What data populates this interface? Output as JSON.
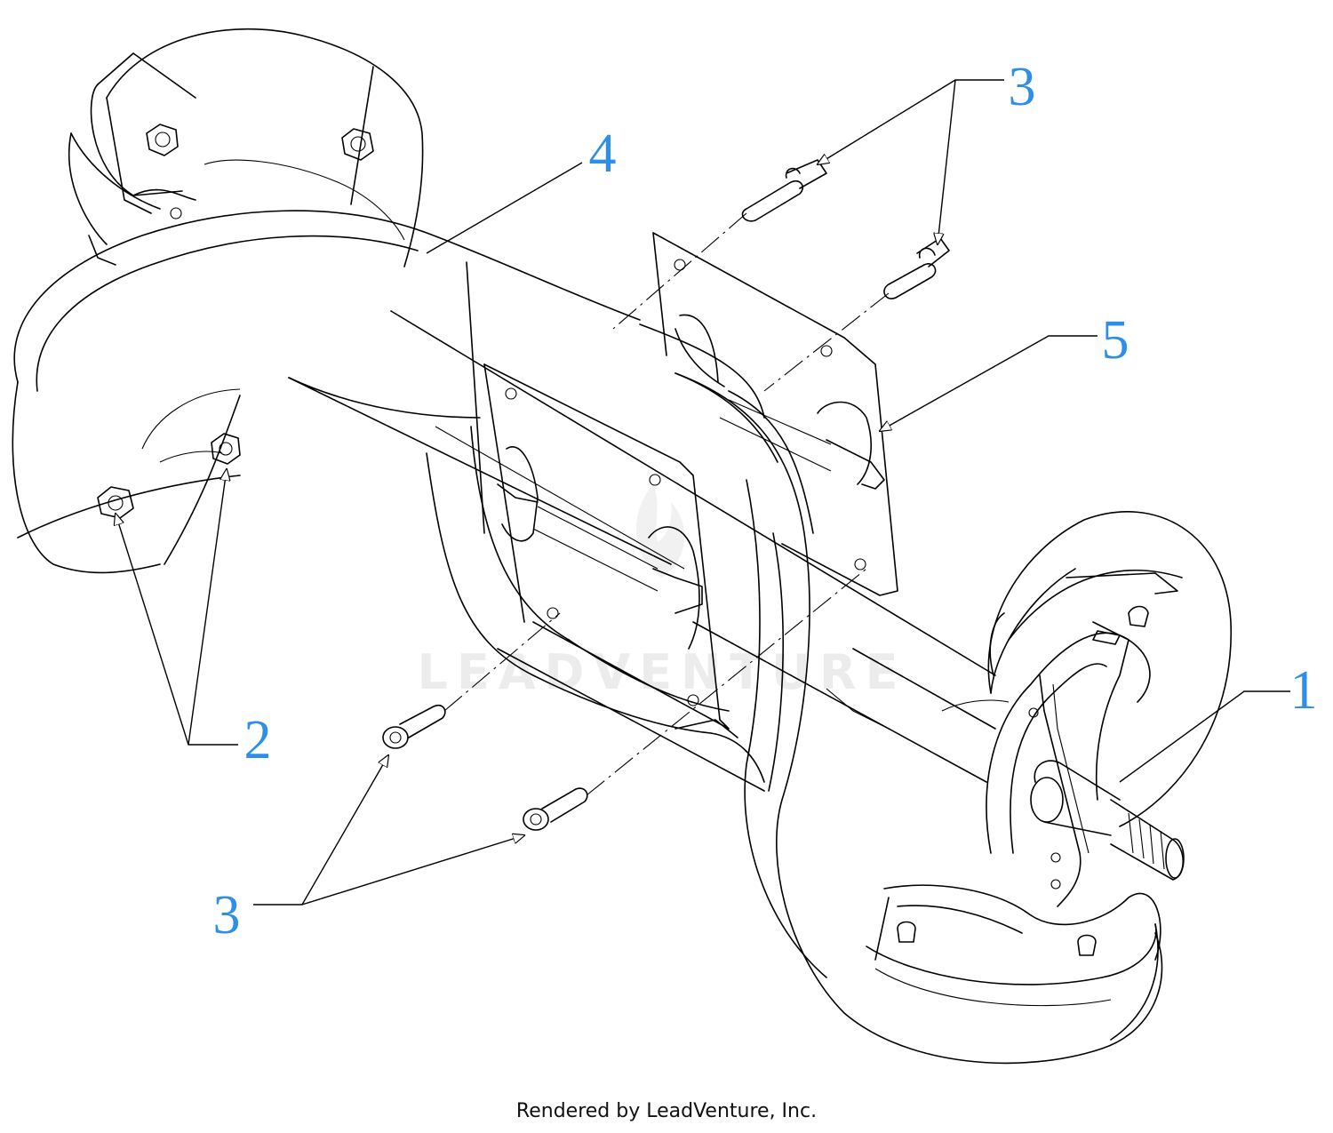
{
  "callouts": {
    "one": "1",
    "two": "2",
    "three_top": "3",
    "three_bottom": "3",
    "four": "4",
    "five": "5"
  },
  "watermark": "LEADVENTURE",
  "footer": "Rendered by LeadVenture, Inc.",
  "colors": {
    "callout": "#2f8fe8",
    "line": "#000000",
    "watermark": "#ececec"
  }
}
